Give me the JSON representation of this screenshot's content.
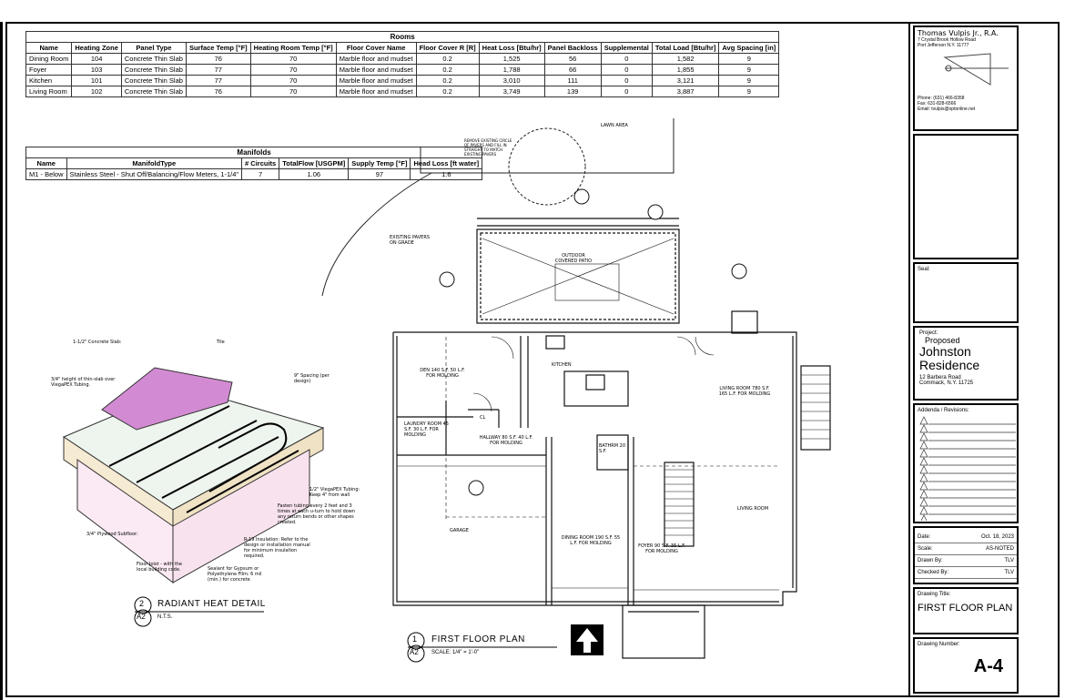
{
  "rooms_table": {
    "caption": "Rooms",
    "headers": [
      "Name",
      "Heating Zone",
      "Panel Type",
      "Surface Temp [°F]",
      "Heating Room Temp [°F]",
      "Floor Cover Name",
      "Floor Cover R [R]",
      "Heat Loss [Btu/hr]",
      "Panel Backloss",
      "Supplemental",
      "Total Load [Btu/hr]",
      "Avg Spacing [in]"
    ],
    "rows": [
      [
        "Dining Room",
        "104",
        "Concrete Thin Slab",
        "76",
        "70",
        "Marble floor and mudset",
        "0.2",
        "1,525",
        "56",
        "0",
        "1,582",
        "9"
      ],
      [
        "Foyer",
        "103",
        "Concrete Thin Slab",
        "77",
        "70",
        "Marble floor and mudset",
        "0.2",
        "1,788",
        "66",
        "0",
        "1,855",
        "9"
      ],
      [
        "Kitchen",
        "101",
        "Concrete Thin Slab",
        "77",
        "70",
        "Marble floor and mudset",
        "0.2",
        "3,010",
        "111",
        "0",
        "3,121",
        "9"
      ],
      [
        "Living Room",
        "102",
        "Concrete Thin Slab",
        "76",
        "70",
        "Marble floor and mudset",
        "0.2",
        "3,749",
        "139",
        "0",
        "3,887",
        "9"
      ]
    ]
  },
  "manifolds_table": {
    "caption": "Manifolds",
    "headers": [
      "Name",
      "ManifoldType",
      "# Circuits",
      "TotalFlow [USGPM]",
      "Supply Temp [°F]",
      "Head Loss [ft water]"
    ],
    "rows": [
      [
        "M1 - Below",
        "Stainless Steel - Shut Off/Balancing/Flow Meters, 1-1/4\"",
        "7",
        "1.06",
        "97",
        "1.6"
      ]
    ]
  },
  "detail": {
    "number": "2",
    "sheet": "A2",
    "title": "RADIANT HEAT DETAIL",
    "scale": "N.T.S.",
    "notes": {
      "slab": "1-1/2\" Concrete Slab:",
      "tile": "Tile",
      "height": "3/4\" height of thin-slab over ViegaPEX Tubing.",
      "spacing": "9\" Spacing (per design)",
      "tubing": "1/2\" ViegaPEX Tubing: Keep 4\" from wall",
      "fasten": "Fasten tubing every 2 feet and 3 times at each u-turn to hold down any return bends or other shapes created.",
      "subfloor": "3/4\" Plywood Subfloor:",
      "insulation": "R-19 Insulation: Refer to the design or installation manual for minimum insulation required.",
      "joist": "Floor Joist - with the local building code.",
      "sealant": "Sealant for Gypsum or Polyethylene Film: 6 mil (min.) for concrete"
    }
  },
  "plan": {
    "number": "1",
    "sheet": "A2",
    "title": "FIRST FLOOR PLAN",
    "scale": "SCALE: 1/4\" = 1'-0\"",
    "labels": {
      "lawn": "LAWN AREA",
      "pavers": "EXISTING PAVERS ON GRADE",
      "remove": "REMOVE EXISTING CIRCLE OF PAVERS AND FILL IN STRAIGHT TO MATCH EXISTING PAVERS",
      "patio": "OUTDOOR COVERED PATIO",
      "kitchen": "KITCHEN",
      "den": "DEN 140 S.F. 50 L.F. FOR MOLDING",
      "laundry": "LAUNDRY ROOM 45 S.F. 30 L.F. FOR MOLDING",
      "hallway": "HALLWAY 80 S.F. 40 L.F. FOR MOLDING",
      "cl": "CL",
      "living": "LIVING ROOM 780 S.F. 165 L.F. FOR MOLDING",
      "living2": "LIVING ROOM",
      "bathroom": "BATHRM 20 S.F.",
      "garage": "GARAGE",
      "dining": "DINING ROOM 190 S.F. 55 L.F. FOR MOLDING",
      "foyer": "FOYER 90 S.F. 35 L.F. FOR MOLDING"
    }
  },
  "title_block": {
    "firm_name": "Thomas Vulpis Jr., R.A.",
    "address1": "7 Crystal Brook Hollow Road",
    "address2": "Port Jefferson N.Y. 11777",
    "phone": "Phone: (631) 466-8358",
    "fax": "Fax: 631-828-6566",
    "email": "Email: tvulpis@optonline.net",
    "seal": "Seal:",
    "project_label": "Project:",
    "project_pre": "Proposed",
    "project_name": "Johnston Residence",
    "project_addr1": "12 Barbera Road",
    "project_addr2": "Commack, N.Y. 11725",
    "addenda": "Addenda / Revisions:",
    "date_label": "Date:",
    "date": "Oct. 18, 2023",
    "scale_label": "Scale:",
    "scale": "AS-NOTED",
    "drawn_label": "Drawn By:",
    "drawn": "TLV",
    "checked_label": "Checked By:",
    "checked": "TLV",
    "drawing_title_label": "Drawing Title:",
    "drawing_title": "FIRST FLOOR PLAN",
    "drawing_number_label": "Drawing Number:",
    "drawing_number": "A-4"
  }
}
